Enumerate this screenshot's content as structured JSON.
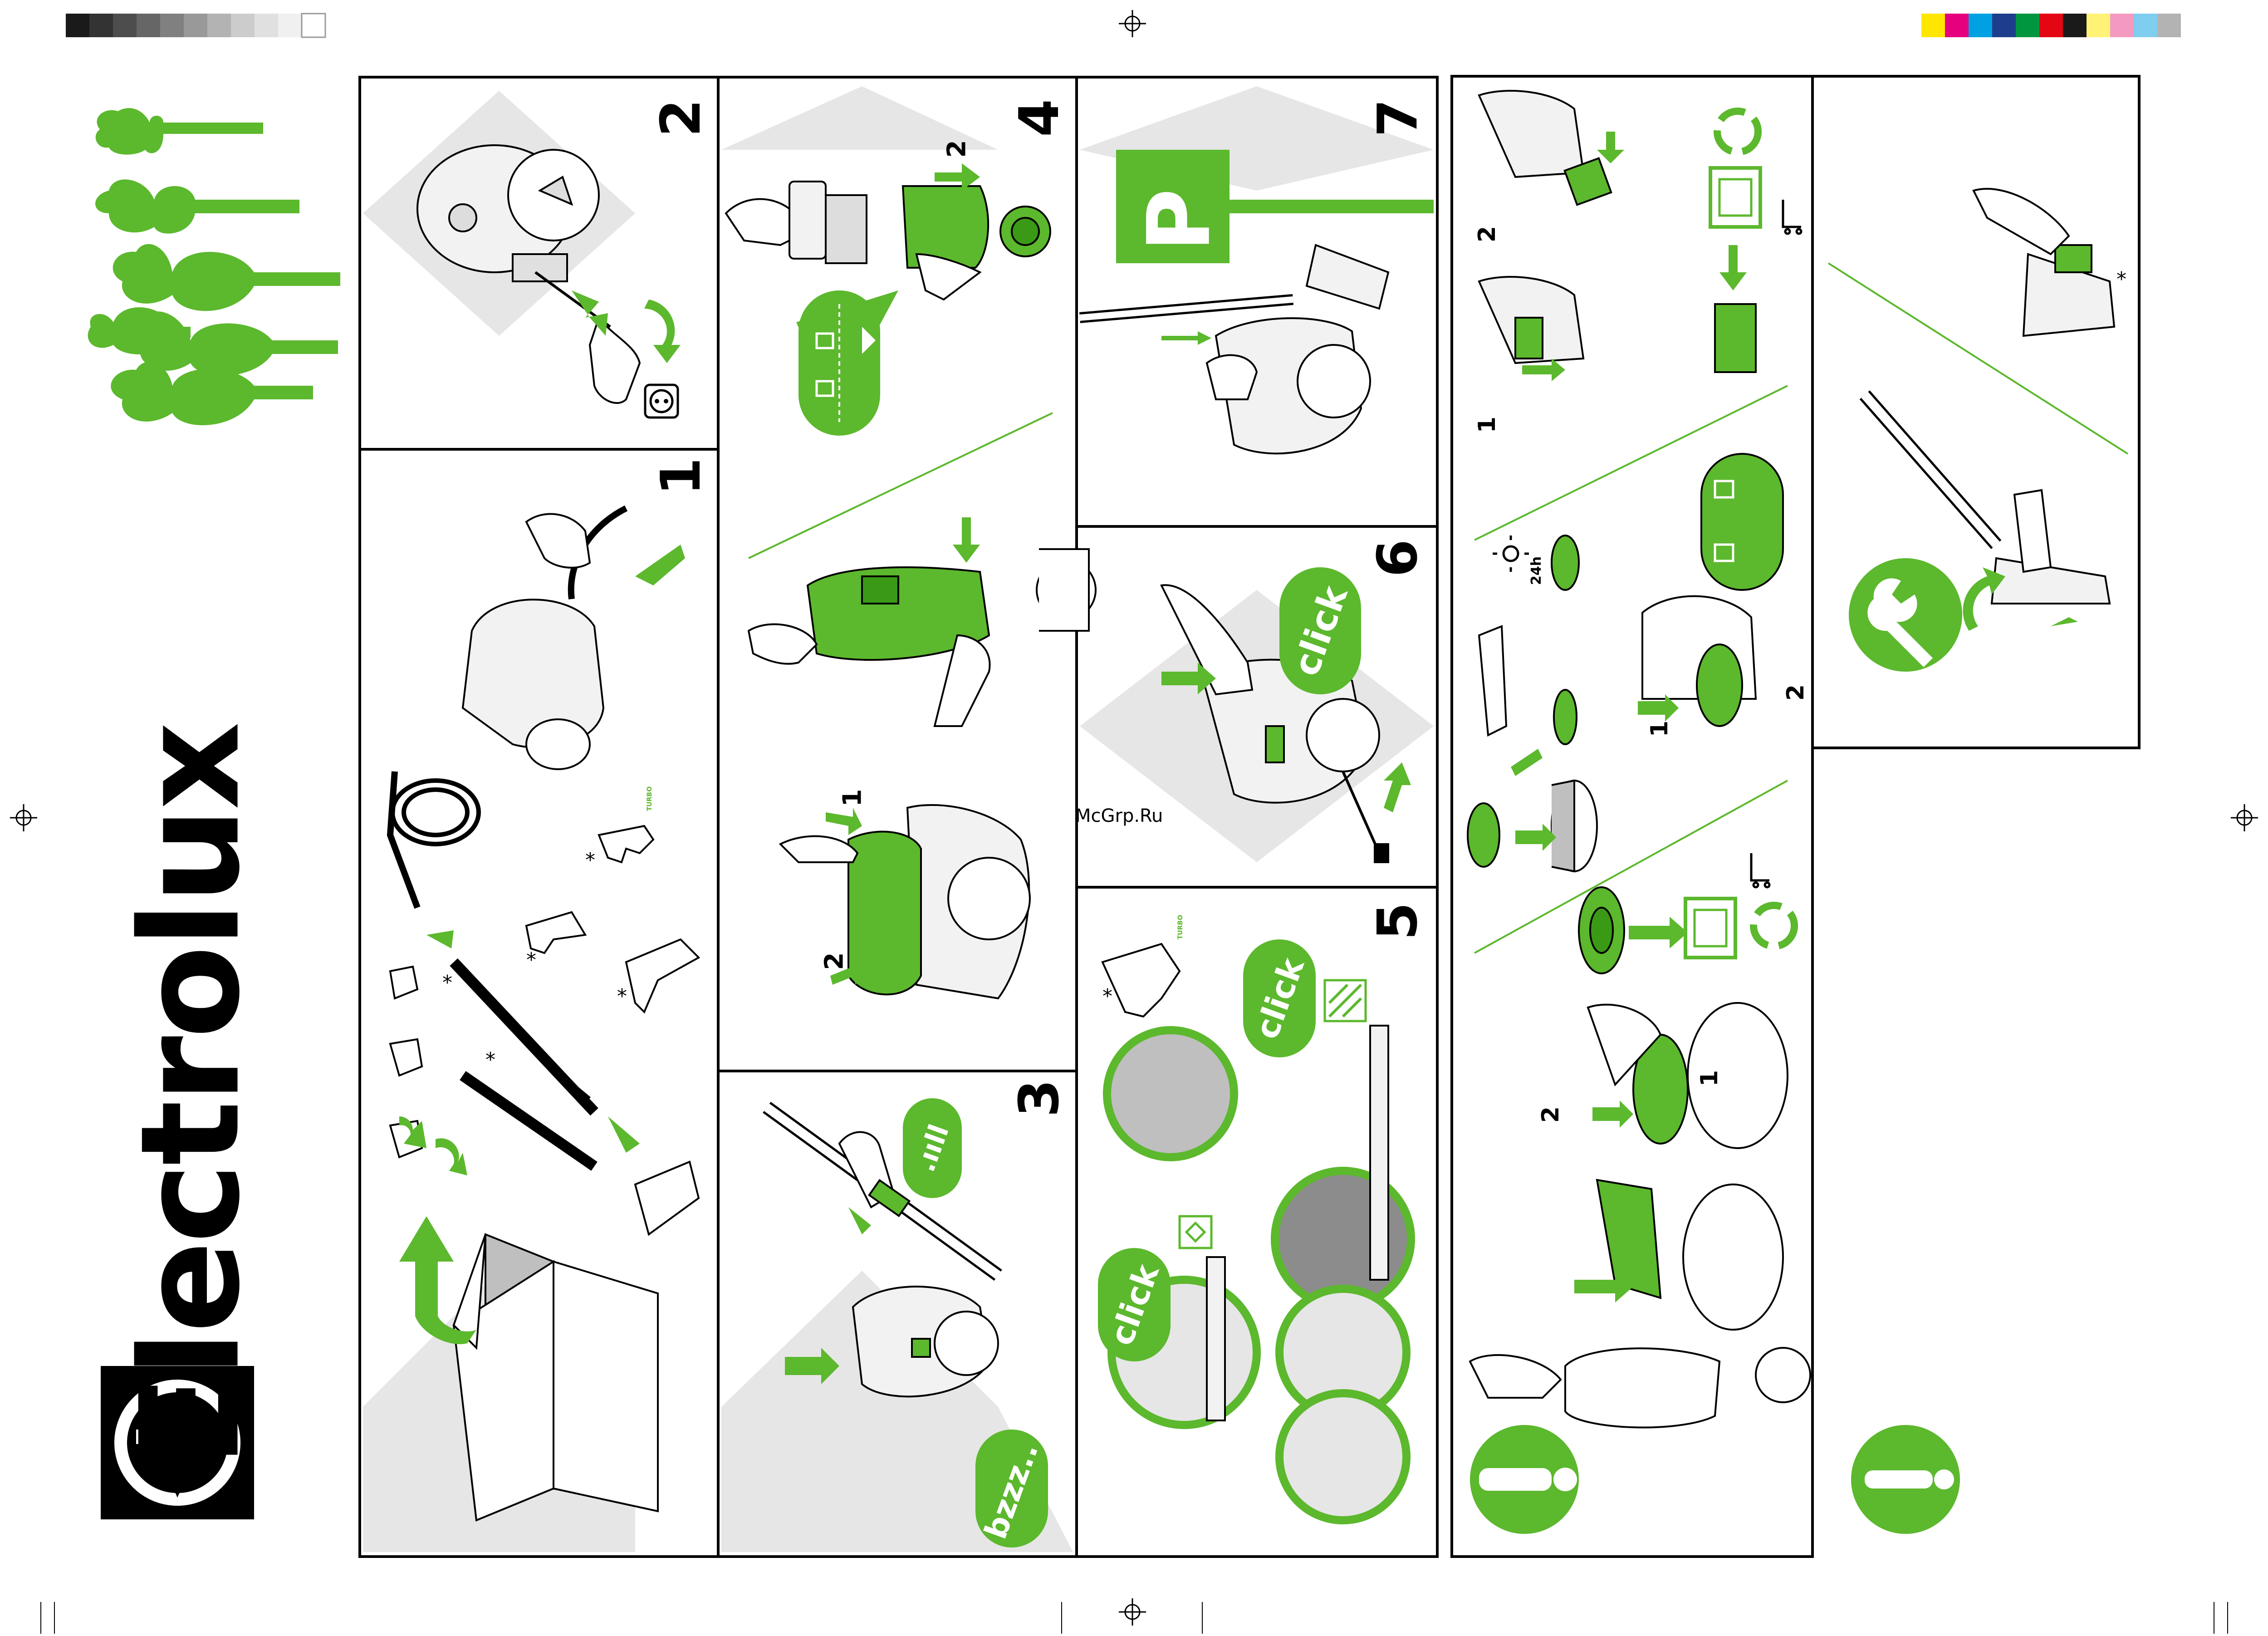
{
  "brand": {
    "name": "Electrolux",
    "color": "#000000"
  },
  "colors": {
    "accent": "#5cb82d",
    "text": "#1a1a1a",
    "panel_shade": "#e6e6e6"
  },
  "watermark": "McGrp.Ru",
  "panels": [
    {
      "step": "2"
    },
    {
      "step": "1"
    },
    {
      "step": "4"
    },
    {
      "step": "3"
    },
    {
      "step": "7",
      "badge": "P"
    },
    {
      "step": "6"
    },
    {
      "step": "5"
    }
  ],
  "sub_steps": {
    "one": "1",
    "two": "2"
  },
  "sounds": {
    "click": "click",
    "bzzz": "bzzz..",
    "signal": ".ııll"
  },
  "labels": {
    "turbo": "TURBO",
    "dry_time": "24h",
    "optional": "*"
  },
  "icons": [
    "tree-icon",
    "electrolux-logo-icon",
    "power-socket-icon",
    "recycle-icon",
    "battery-icon",
    "shopping-cart-icon",
    "sun-icon",
    "wrench-icon",
    "info-icon",
    "lock-icon",
    "unlock-icon",
    "hard-floor-icon",
    "carpet-icon"
  ]
}
